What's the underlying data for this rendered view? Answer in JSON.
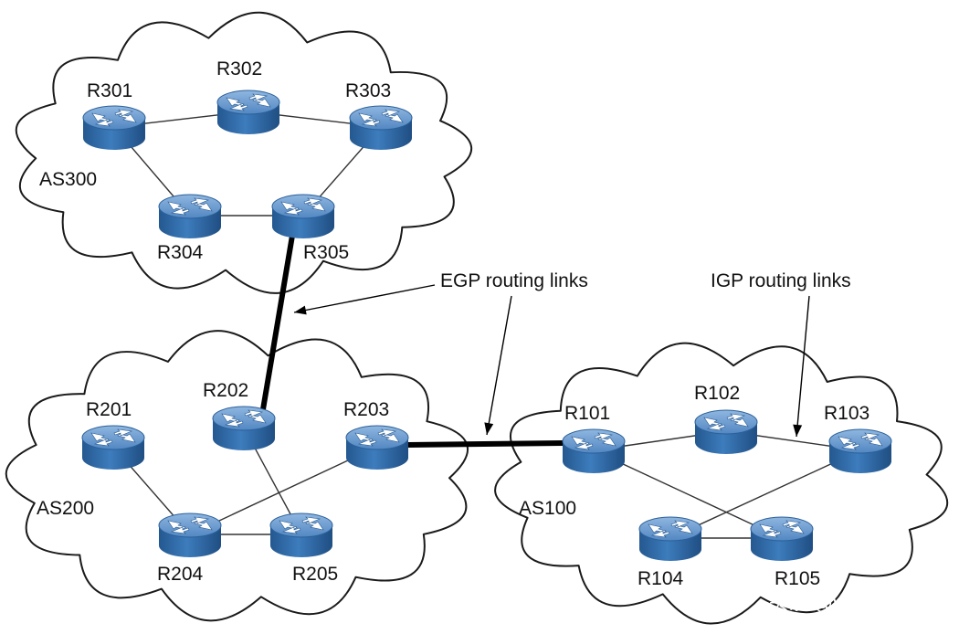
{
  "autonomous_systems": [
    {
      "id": "as300",
      "label": "AS300"
    },
    {
      "id": "as200",
      "label": "AS200"
    },
    {
      "id": "as100",
      "label": "AS100"
    }
  ],
  "routers": [
    {
      "id": "R301",
      "label": "R301"
    },
    {
      "id": "R302",
      "label": "R302"
    },
    {
      "id": "R303",
      "label": "R303"
    },
    {
      "id": "R304",
      "label": "R304"
    },
    {
      "id": "R305",
      "label": "R305"
    },
    {
      "id": "R201",
      "label": "R201"
    },
    {
      "id": "R202",
      "label": "R202"
    },
    {
      "id": "R203",
      "label": "R203"
    },
    {
      "id": "R204",
      "label": "R204"
    },
    {
      "id": "R205",
      "label": "R205"
    },
    {
      "id": "R101",
      "label": "R101"
    },
    {
      "id": "R102",
      "label": "R102"
    },
    {
      "id": "R103",
      "label": "R103"
    },
    {
      "id": "R104",
      "label": "R104"
    },
    {
      "id": "R105",
      "label": "R105"
    }
  ],
  "igp_links": [
    [
      "R301",
      "R302"
    ],
    [
      "R302",
      "R303"
    ],
    [
      "R301",
      "R304"
    ],
    [
      "R304",
      "R305"
    ],
    [
      "R305",
      "R303"
    ],
    [
      "R201",
      "R204"
    ],
    [
      "R204",
      "R205"
    ],
    [
      "R204",
      "R203"
    ],
    [
      "R202",
      "R205"
    ],
    [
      "R101",
      "R102"
    ],
    [
      "R102",
      "R103"
    ],
    [
      "R101",
      "R105"
    ],
    [
      "R104",
      "R105"
    ],
    [
      "R104",
      "R103"
    ]
  ],
  "egp_links": [
    [
      "R305",
      "R202"
    ],
    [
      "R203",
      "R101"
    ]
  ],
  "callouts": {
    "egp": "EGP routing links",
    "igp": "IGP routing links"
  },
  "watermark": "头条 @wljslmz",
  "colors": {
    "router_top": "#5c8fc9",
    "router_side": "#2f6aa8",
    "router_arrows": "#ffffff",
    "egp_link": "#000000",
    "igp_link": "#333333"
  },
  "icons": {
    "router": "router-icon"
  }
}
